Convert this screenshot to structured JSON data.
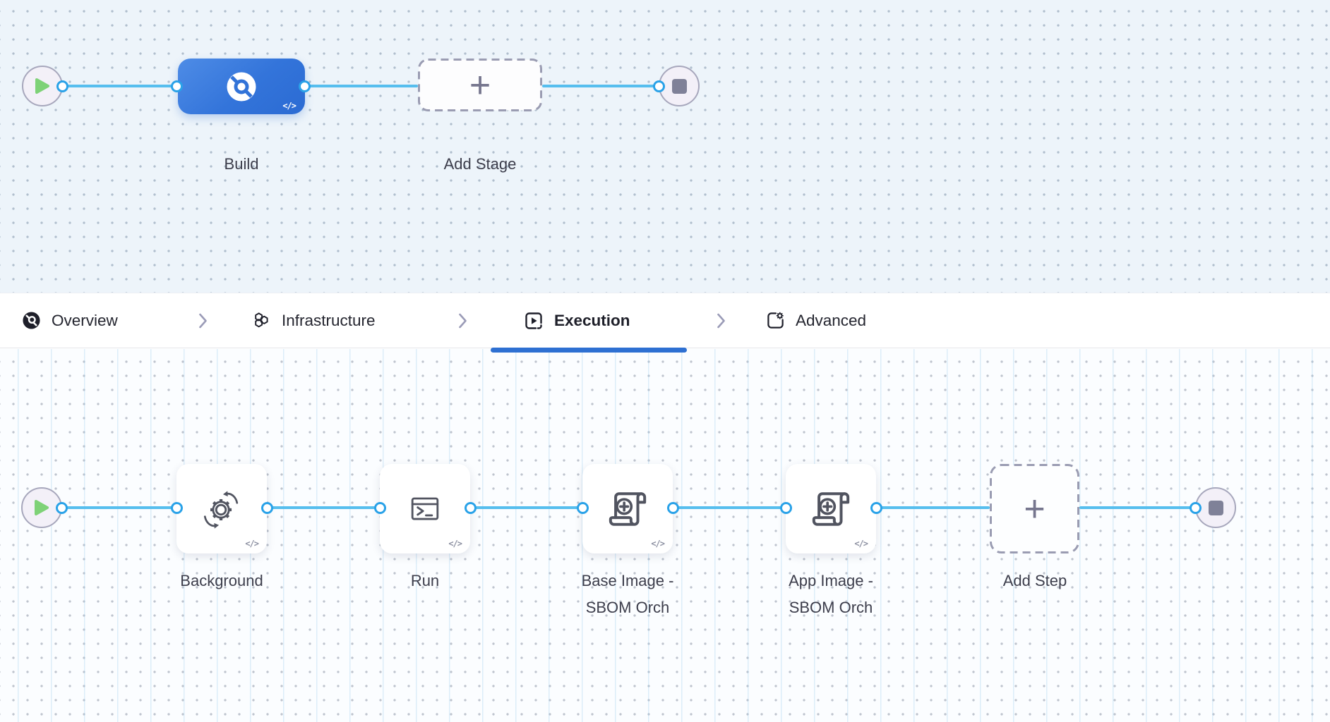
{
  "pipeline": {
    "stage_row": {
      "stage": {
        "name": "Build",
        "icon": "ci-build-icon",
        "yaml_badge": "</>"
      },
      "add_stage": {
        "label": "Add Stage",
        "plus": "+"
      }
    },
    "execution_row": {
      "steps": [
        {
          "name": "Background",
          "icon": "gear-sync-icon",
          "yaml_badge": "</>"
        },
        {
          "name": "Run",
          "icon": "terminal-icon",
          "yaml_badge": "</>"
        },
        {
          "name": "Base Image - SBOM Orch",
          "icon": "scroll-plus-icon",
          "yaml_badge": "</>"
        },
        {
          "name": "App Image - SBOM Orch",
          "icon": "scroll-plus-icon",
          "yaml_badge": "</>"
        }
      ],
      "add_step": {
        "label": "Add Step",
        "plus": "+"
      }
    }
  },
  "tab_bar": {
    "tabs": [
      {
        "label": "Overview",
        "icon": "ci-overview-icon",
        "active": false
      },
      {
        "label": "Infrastructure",
        "icon": "hexagons-icon",
        "active": false
      },
      {
        "label": "Execution",
        "icon": "play-square-icon",
        "active": true
      },
      {
        "label": "Advanced",
        "icon": "box-gear-icon",
        "active": false
      }
    ]
  },
  "colors": {
    "accent_blue": "#2e70d2",
    "edge_blue": "#56beee",
    "port_blue": "#2aa2e8",
    "stage_blue": "#3374da",
    "play_green": "#7ed277",
    "canvas_top_bg": "#edf4fa",
    "canvas_bottom_bg": "#fbfdff",
    "icon_stroke": "#515460"
  }
}
